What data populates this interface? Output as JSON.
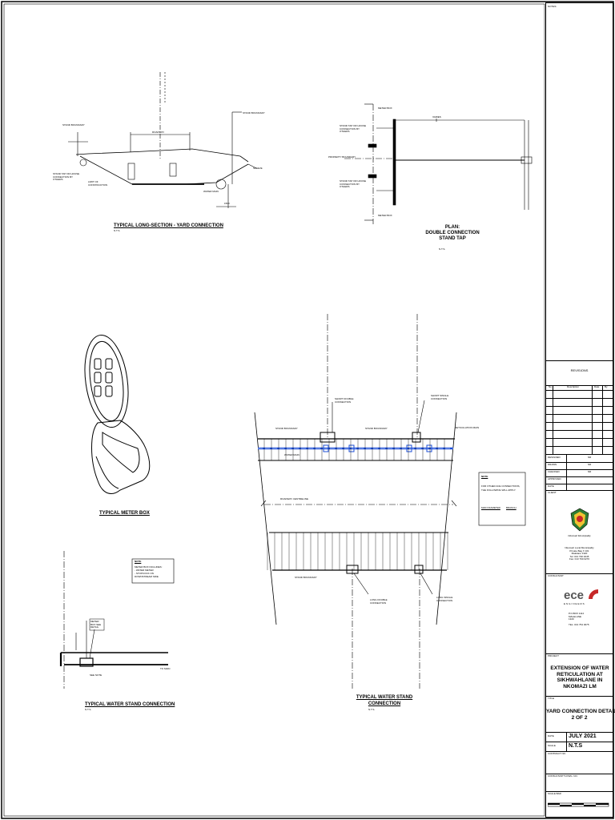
{
  "drawings": {
    "long_section": {
      "title": "TYPICAL LONG-SECTION - YARD CONNECTION",
      "scale": "N.T.S.",
      "labels": {
        "stand_boundary_left": "STAND BOUNDARY",
        "stand_boundary_right": "STAND BOUNDARY",
        "stand_tap": "STAND TAP OR HOUSE CONNECTION BY OTHERS",
        "limit": "LIMIT OF CONSTRUCTION",
        "water_main": "WATER MAIN",
        "roadway": "ROADWAY",
        "sleeve": "SLEEVE",
        "dim": "1500"
      }
    },
    "plan_double": {
      "title_line1": "PLAN:",
      "title_line2": "DOUBLE CONNECTION",
      "title_line3": "STAND TAP",
      "scale": "N.T.S.",
      "labels": {
        "meter_box_top": "METER BOX",
        "meter_box_bottom": "METER BOX",
        "stand_tap_top": "STAND TAP OR HOUSE CONNECTION BY OTHERS",
        "stand_tap_bottom": "STAND TAP OR HOUSE CONNECTION BY OTHERS",
        "property_boundary": "PROPERTY BOUNDARY",
        "varies": "VARIES"
      }
    },
    "meter_box": {
      "title": "TYPICAL METER BOX"
    },
    "water_stand_connection": {
      "title": "TYPICAL WATER STAND CONNECTION",
      "scale": "N.T.S.",
      "note_heading": "NOTE",
      "note_lines": [
        "METER BOX INCLUDES:",
        "- WATER METER",
        "- STOPCOCK ON",
        "  DOWNSTREAM SIDE"
      ],
      "labels": {
        "meter_box": "METER BOX SEE DETAIL",
        "see_note": "SEE NOTE",
        "to_main": "TO MAIN"
      }
    },
    "water_stand": {
      "title_line1": "TYPICAL WATER STAND",
      "title_line2": "CONNECTION",
      "scale": "N.T.S.",
      "labels": {
        "short_double": "SHORT DOUBLE CONNECTION",
        "short_single": "SHORT SINGLE CONNECTION",
        "reticulation_main": "RETICULATION MAIN",
        "stand_boundary_top_a": "STAND BOUNDARY",
        "stand_boundary_top_b": "STAND BOUNDARY",
        "stand_boundary_bottom": "STAND BOUNDARY",
        "water_main": "WATER MAIN",
        "road_centreline": "ROADWAY CENTRELINE",
        "long_double": "LONG DOUBLE CONNECTION",
        "long_single": "LONG SINGLE CONNECTION"
      },
      "note": {
        "heading": "NOTE",
        "lines": [
          "FOR OTHER ACE CONNECTIONS,",
          "THE FOLLOWING WILL APPLY:"
        ],
        "left": "MAIN DIAMETER",
        "right": "BRANCH"
      }
    }
  },
  "title_block": {
    "notes_label": "NOTES:",
    "revisions": {
      "heading": "REVISIONS",
      "columns": [
        "No.",
        "Description",
        "Date",
        "By"
      ]
    },
    "signoff": [
      {
        "label": "DESIGNED",
        "value": "NR"
      },
      {
        "label": "DRAWN",
        "value": "NR"
      },
      {
        "label": "CHECKED",
        "value": "NR"
      },
      {
        "label": "APPROVED",
        "value": ""
      },
      {
        "label": "DATE",
        "value": ""
      }
    ],
    "client_label": "CLIENT",
    "client_caption": "Nkomazi Municipality",
    "client_address": [
      "Nkomazi Local Municipality",
      "Private Bag X 101",
      "Malelane 1320",
      "Tel: 013 790 0245",
      "Fax: 013 790 0276"
    ],
    "consultant_label": "CONSULTANT",
    "consultant_name": "ece",
    "consultant_sub": "ENGINEERS",
    "consultant_address": [
      "P.O.BOX 1114",
      "MALELANE",
      "1320",
      "TEL: 013 754 3075"
    ],
    "project_label": "PROJECT",
    "project_title": "EXTENSION OF WATER RETICULATION AT SIKHWAHLANE IN NKOMAZI LM",
    "title_label": "TITLE",
    "drawing_title_1": "YARD CONNECTION DETAILS",
    "drawing_title_2": "2 OF 2",
    "date_label": "DATE",
    "date_value": "JULY 2021",
    "scale_label": "SCALE",
    "scale_value": "N.T.S",
    "contract_label": "CONTRACT NO.",
    "consultant_no_label": "CONSULTANT'S DWG. NO.",
    "scale_bar_label": "SCALE BAR",
    "colors": {
      "line": "#000000",
      "main": "#1e4fd6"
    }
  }
}
